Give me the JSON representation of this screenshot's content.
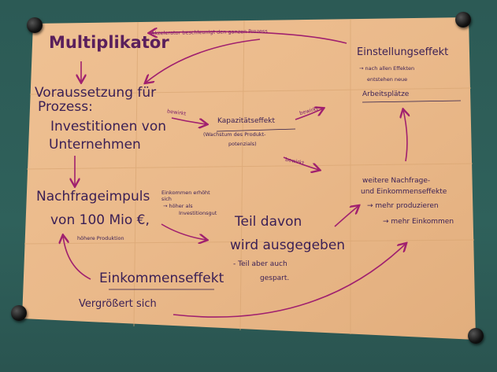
{
  "poster": {
    "title": "Multiplikator",
    "accelerator": "Akzelerator beschleunigt den ganzen Prozess",
    "setting_effect": "Einstellungseffekt",
    "setting_note_1": "→ nach allen Effekten",
    "setting_note_2": "entstehen neue",
    "setting_note_3": "Arbeitsplätze",
    "premise_1": "Voraussetzung für",
    "premise_2": "Prozess:",
    "investment_1": "Investitionen von",
    "investment_2": "Unternehmen",
    "causes_1": "bewirkt",
    "capacity_effect": "Kapazitätseffekt",
    "capacity_note_1": "(Wachstum des Produkt-",
    "capacity_note_2": "potenzials)",
    "causes_2": "bewirkt",
    "causes_3": "bewirkt",
    "further_1": "weitere Nachfrage-",
    "further_2": "und Einkommenseffekte",
    "further_3": "→ mehr produzieren",
    "further_4": "→ mehr Einkommen",
    "demand_1": "Nachfrageimpuls",
    "demand_2": "von 100 Mio €,",
    "demand_3": "höhere Produktion",
    "income_note_1": "Einkommen erhöht",
    "income_note_2": "sich",
    "income_note_3": "→ höher als",
    "income_note_4": "Investitionsgut",
    "part_1": "Teil davon",
    "part_2": "wird ausgegeben",
    "part_3": "- Teil aber auch",
    "part_4": "gespart.",
    "income_effect": "Einkommenseffekt",
    "grows": "Vergrößert sich"
  },
  "colors": {
    "board": "#2f5e58",
    "paper": "#eab98a",
    "ink": "#3a1f55",
    "arrow": "#a0206f"
  }
}
